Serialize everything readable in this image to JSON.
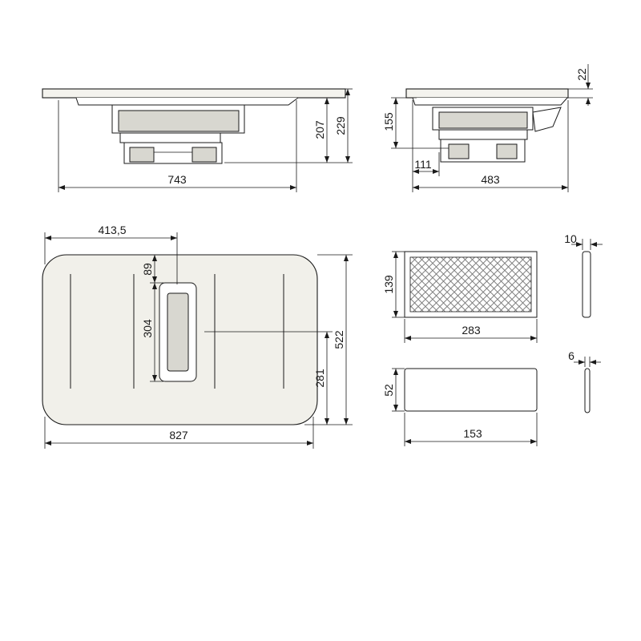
{
  "dimensions": {
    "front_width": "743",
    "front_height_a": "207",
    "front_height_b": "229",
    "side_top": "22",
    "side_height": "155",
    "side_offset": "111",
    "side_depth": "483",
    "top_half_width": "413,5",
    "top_gap": "89",
    "vent_length": "304",
    "lower_half_depth": "281",
    "top_depth": "522",
    "top_width": "827",
    "filter_height": "139",
    "filter_width": "283",
    "filter_thickness": "10",
    "block_height": "52",
    "block_width": "153",
    "block_thickness": "6"
  },
  "colors": {
    "line": "#1a1a1a",
    "surface": "#f1f0ea",
    "shadow": "#d8d7d0"
  }
}
